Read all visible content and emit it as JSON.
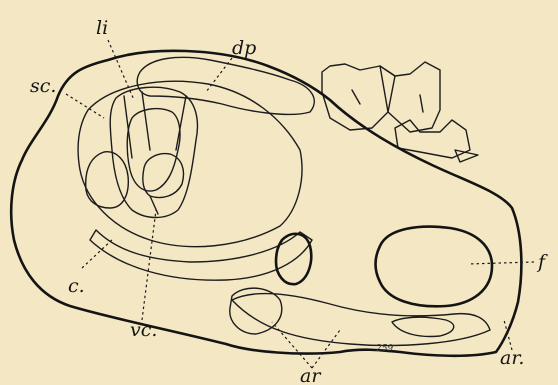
{
  "labels": {
    "li": "li",
    "dp": "dp",
    "sc": "sc.",
    "c": "c.",
    "vc": "vc.",
    "ar_left": "ar",
    "ar_right": "ar.",
    "f": "f",
    "mark": "259"
  },
  "colors": {
    "paper": "#f3e7c4",
    "ink": "#151515"
  }
}
